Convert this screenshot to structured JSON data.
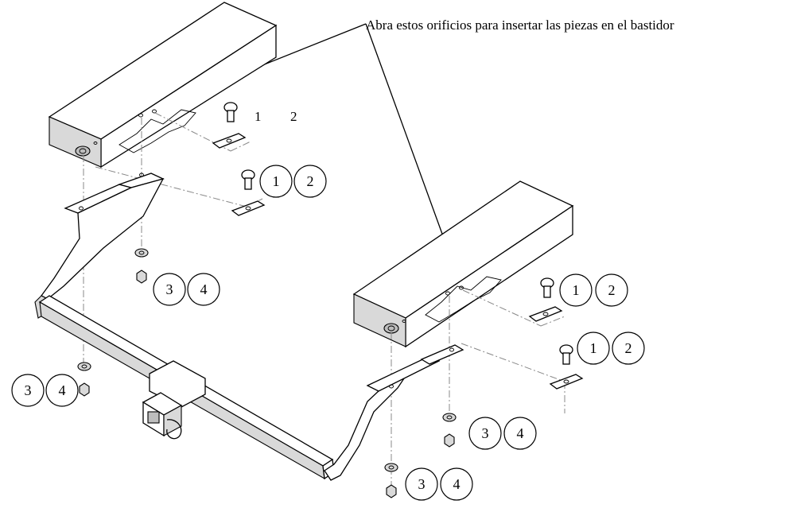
{
  "callout": {
    "text": "Abra estos orificios para insertar las piezas en el bastidor"
  },
  "plain_numbers": [
    "1",
    "2"
  ],
  "circled_numbers": {
    "one": "1",
    "two": "2",
    "three": "3",
    "four": "4"
  }
}
